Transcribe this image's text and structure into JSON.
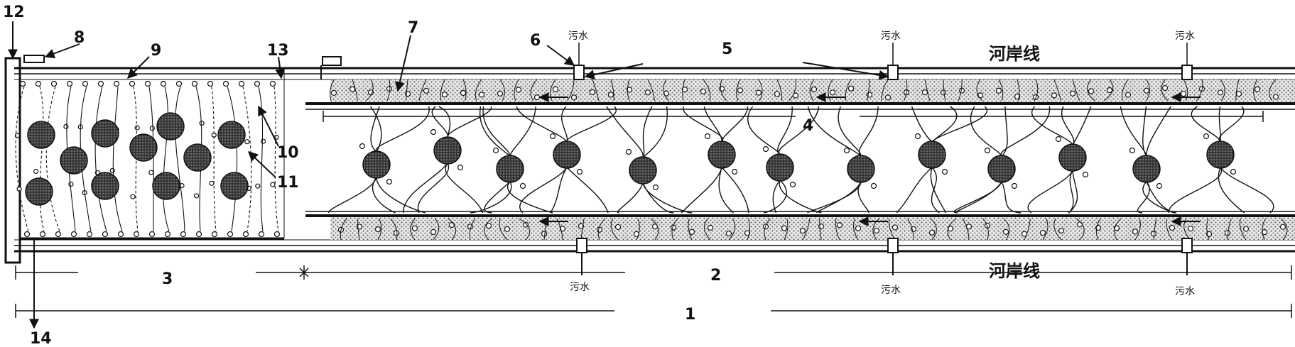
{
  "diagram": {
    "labels": {
      "n1": "1",
      "n2": "2",
      "n3": "3",
      "n4": "4",
      "n5": "5",
      "n6": "6",
      "n7": "7",
      "n8": "8",
      "n9": "9",
      "n10": "10",
      "n11": "11",
      "n12": "12",
      "n13": "13",
      "n14": "14"
    },
    "riverbank_label": "河岸线",
    "sewage_label": "污水",
    "colors": {
      "line": "#111111",
      "stipple_fill": "#d8d8d8",
      "ball_fill": "#4a4a4a"
    }
  }
}
